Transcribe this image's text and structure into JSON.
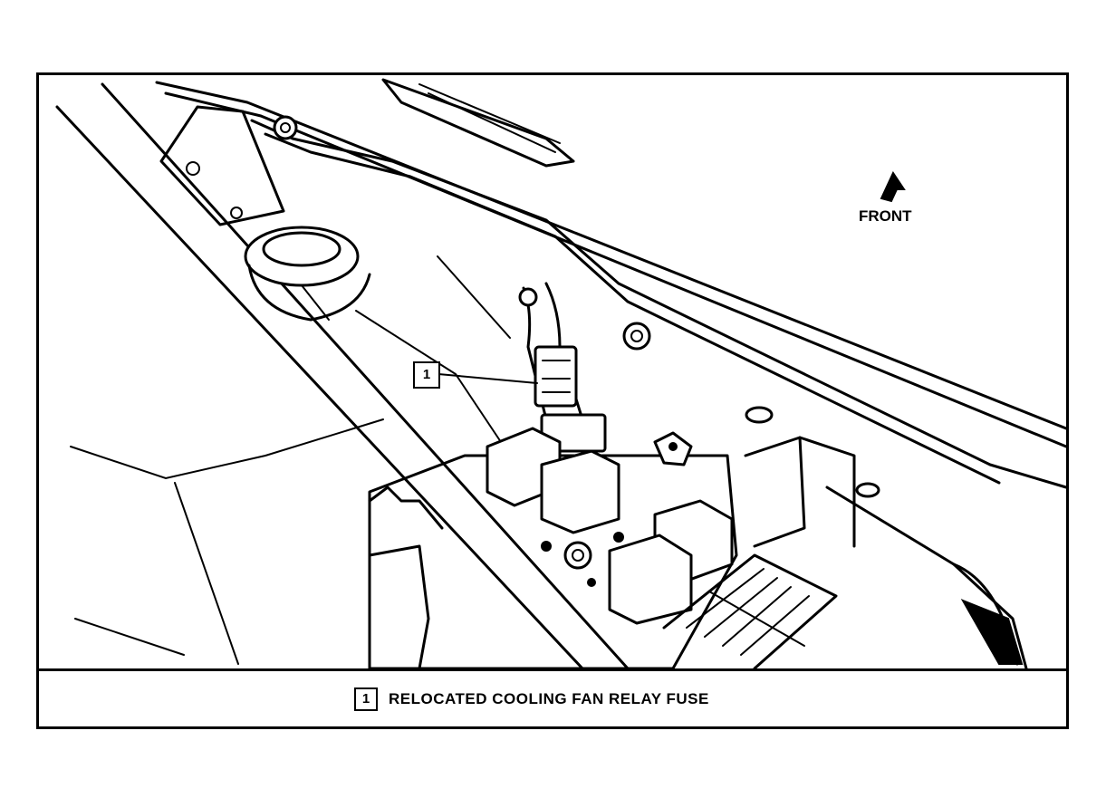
{
  "figure": {
    "orientation_label": "FRONT",
    "callout_number": "1"
  },
  "caption": {
    "number": "1",
    "text": "RELOCATED COOLING FAN RELAY FUSE"
  },
  "icons": {
    "direction": "front-arrow-icon"
  }
}
